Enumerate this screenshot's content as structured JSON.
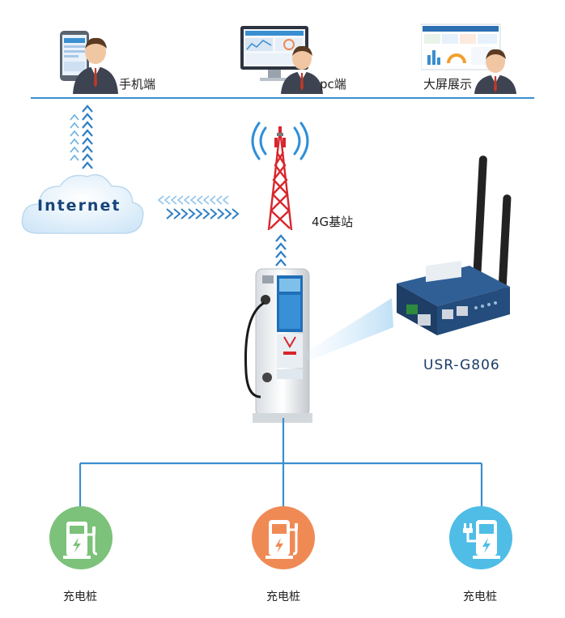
{
  "clients": {
    "mobile": "手机端",
    "pc": "pc端",
    "bigscreen": "大屏展示"
  },
  "network": {
    "cloud": "Internet",
    "base_station": "4G基站"
  },
  "device": {
    "model": "USR-G806"
  },
  "chargers": [
    {
      "label": "充电桩",
      "color": "#7cc27a"
    },
    {
      "label": "充电桩",
      "color": "#f08a55"
    },
    {
      "label": "充电桩",
      "color": "#4fbde6"
    }
  ],
  "colors": {
    "line": "#3a8fd0",
    "arrow": "#3a8fd0"
  }
}
